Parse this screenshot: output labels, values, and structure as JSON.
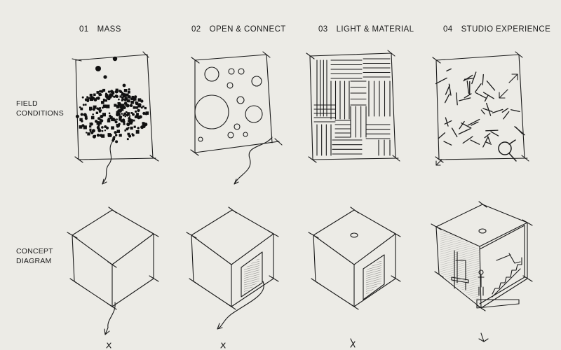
{
  "columns": [
    {
      "num": "01",
      "label": "MASS"
    },
    {
      "num": "02",
      "label": "OPEN & CONNECT"
    },
    {
      "num": "03",
      "label": "LIGHT & MATERIAL"
    },
    {
      "num": "04",
      "label": "STUDIO EXPERIENCE"
    }
  ],
  "rows": [
    {
      "line1": "FIELD",
      "line2": "CONDITIONS"
    },
    {
      "line1": "CONCEPT",
      "line2": "DIAGRAM"
    }
  ],
  "colors": {
    "ink": "#1a1a1a",
    "paper": "#ecebe6"
  }
}
